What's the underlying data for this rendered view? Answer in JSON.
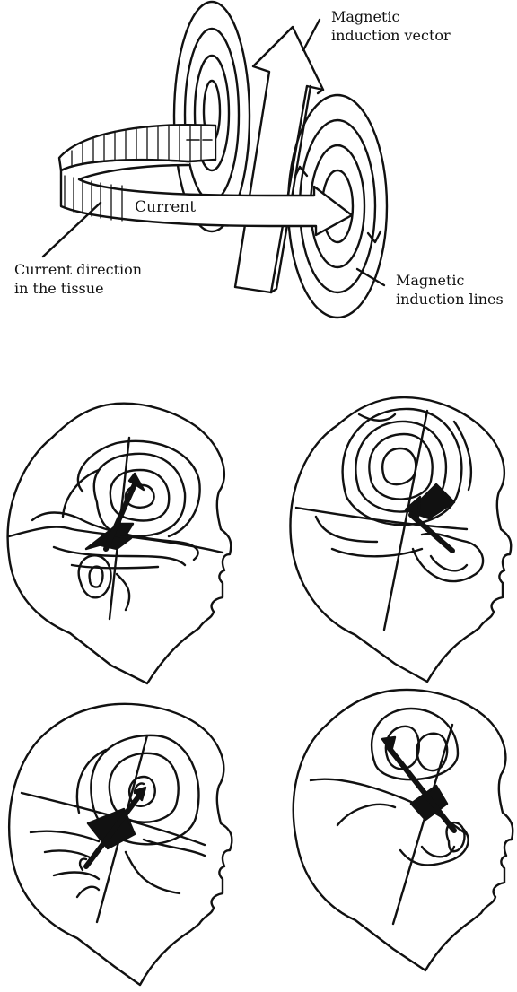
{
  "labels": {
    "magnetic_induction_vector": [
      "Magnetic",
      "induction vector"
    ],
    "current": "Current",
    "current_direction": [
      "Current direction",
      "in the tissue"
    ],
    "magnetic_induction_lines": [
      "Magnetic",
      "induction lines"
    ]
  },
  "colors": {
    "ink": "#111111",
    "paper": "#ffffff",
    "dipole_fill": "#111111"
  },
  "heads": [
    {
      "panel": "top-left"
    },
    {
      "panel": "top-right"
    },
    {
      "panel": "bottom-left"
    },
    {
      "panel": "bottom-right"
    }
  ]
}
